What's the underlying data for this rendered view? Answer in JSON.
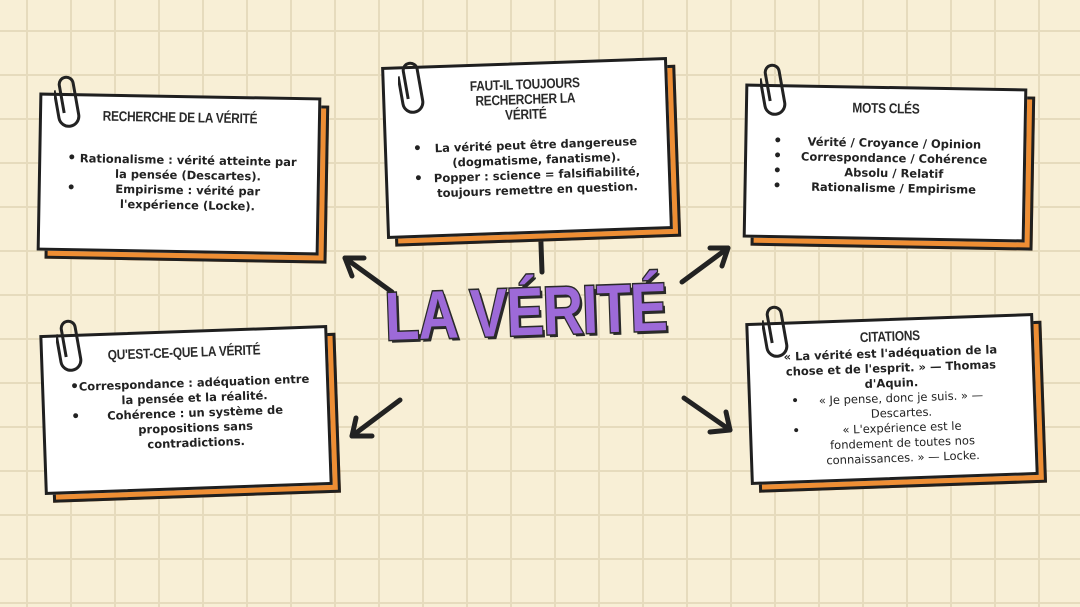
{
  "title": "LA VÉRITÉ",
  "cards": {
    "recherche": {
      "heading": "RECHERCHE DE LA VÉRITÉ",
      "items": [
        "Rationalisme : vérité atteinte par la pensée (Descartes).",
        "Empirisme : vérité par l'expérience (Locke)."
      ]
    },
    "faut_il": {
      "heading": "FAUT-IL TOUJOURS RECHERCHER LA VÉRITÉ",
      "items": [
        "La vérité peut être dangereuse (dogmatisme, fanatisme).",
        "Popper : science = falsifiabilité, toujours remettre en question."
      ]
    },
    "mots_cles": {
      "heading": "MOTS CLÉS",
      "items": [
        "Vérité / Croyance / Opinion",
        "Correspondance / Cohérence",
        "Absolu / Relatif",
        "Rationalisme / Empirisme"
      ]
    },
    "quest_ce": {
      "heading": "QU'EST-CE-QUE LA VÉRITÉ",
      "items": [
        "Correspondance : adéquation entre la pensée et la réalité.",
        "Cohérence : un système de propositions sans contradictions."
      ]
    },
    "citations": {
      "heading": "CITATIONS",
      "quote": "« La vérité est l'adéquation de la chose et de l'esprit. » — Thomas d'Aquin.",
      "items": [
        "« Je pense, donc je suis. » — Descartes.",
        "« L'expérience est le fondement de toutes nos connaissances. » — Locke."
      ]
    }
  },
  "colors": {
    "background": "#f8efd6",
    "grid": "#e6dbbd",
    "accent_orange": "#ee8e34",
    "title_purple": "#9d6ad8",
    "ink": "#1f1f1f"
  },
  "icons": [
    "paperclip-icon",
    "arrow-icon"
  ]
}
